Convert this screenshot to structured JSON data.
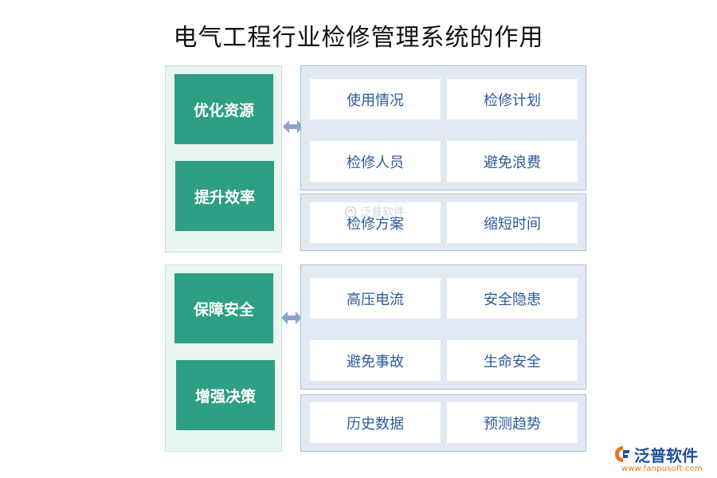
{
  "title": "电气工程行业检修管理系统的作用",
  "groups": [
    {
      "left": [
        "优化资源",
        "提升效率"
      ],
      "right_top": [
        "使用情况",
        "检修计划",
        "检修人员",
        "避免浪费"
      ],
      "right_bottom": [
        "检修方案",
        "缩短时间"
      ]
    },
    {
      "left": [
        "保障安全",
        "增强决策"
      ],
      "right_top": [
        "高压电流",
        "安全隐患",
        "避免事故",
        "生命安全"
      ],
      "right_bottom": [
        "历史数据",
        "预测趋势"
      ]
    }
  ],
  "watermark": "泛普软件",
  "brand": {
    "name": "泛普软件",
    "url": "www.fanpusoft.com"
  },
  "icons": {
    "connector": "double-arrow-icon",
    "brand_logo": "fanpu-logo-icon"
  },
  "colors": {
    "green": "#2e9e85",
    "left_panel_bg": "#e9f5f0",
    "right_panel_bg": "#e3e9f3",
    "item_text": "#2d5b9a",
    "arrow": "#8aa3cc"
  }
}
